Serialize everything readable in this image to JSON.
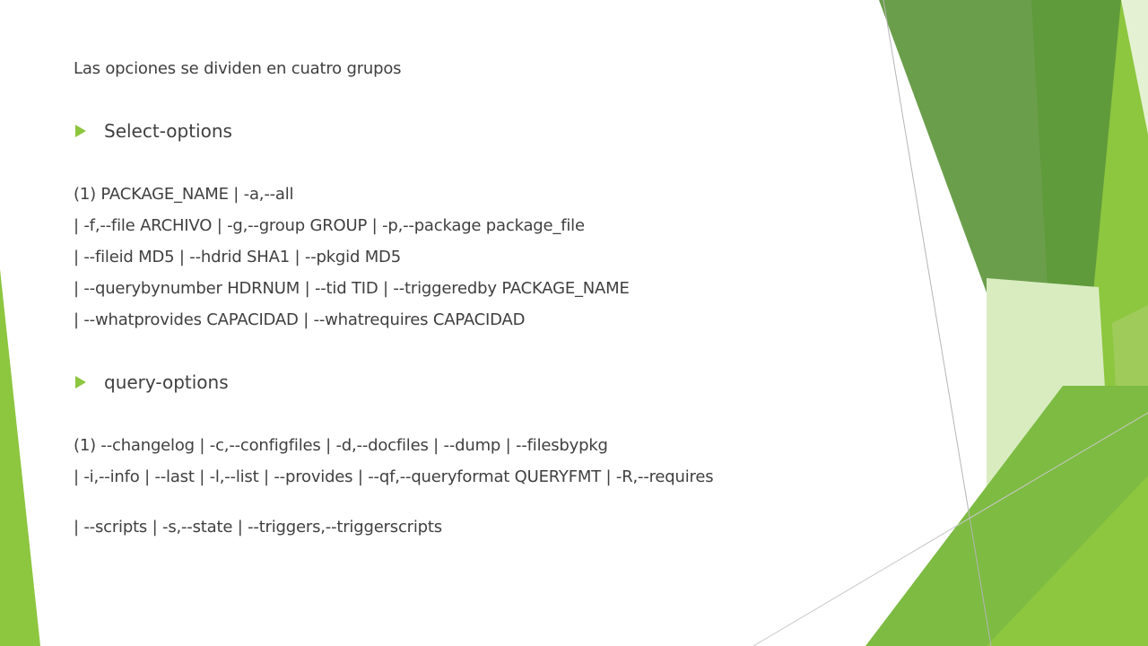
{
  "intro": "Las opciones se dividen en cuatro grupos",
  "sections": [
    {
      "heading": "Select-options",
      "lines": [
        "(1) PACKAGE_NAME | -a,--all",
        "| -f,--file ARCHIVO | -g,--group GROUP | -p,--package package_file",
        "| --fileid MD5 | --hdrid SHA1 | --pkgid MD5",
        "| --querybynumber HDRNUM | --tid TID | --triggeredby PACKAGE_NAME",
        "| --whatprovides CAPACIDAD | --whatrequires CAPACIDAD"
      ]
    },
    {
      "heading": "query-options",
      "lines": [
        "(1) --changelog | -c,--configfiles | -d,--docfiles | --dump | --filesbypkg",
        "| -i,--info | --last | -l,--list | --provides | --qf,--queryformat QUERYFMT | -R,--requires",
        "| --scripts | -s,--state | --triggers,--triggerscripts"
      ]
    }
  ],
  "colors": {
    "bullet": "#8dc63f",
    "text": "#404040",
    "accent_dark": "#5f9a3b",
    "accent_light": "#d9ecc0"
  }
}
